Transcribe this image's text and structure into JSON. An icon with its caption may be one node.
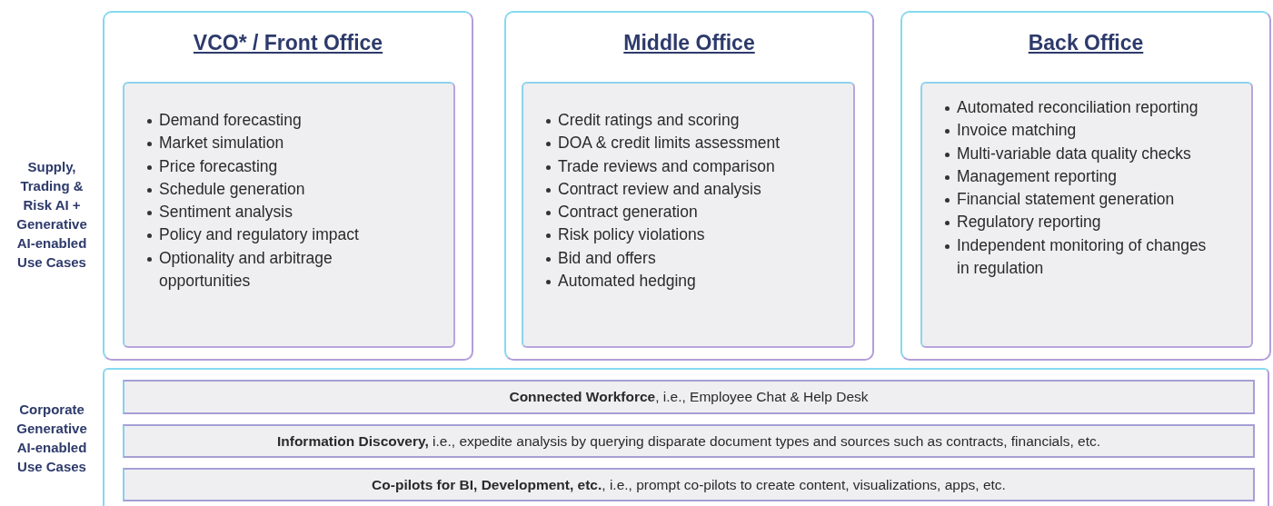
{
  "diagram": {
    "nodes": [
      {
        "text": [
          "VCO* / Front Office"
        ]
      },
      {
        "text": [
          "Demand forecasting",
          "Market simulation",
          "Price forecasting",
          "Schedule generation",
          "Sentiment analysis",
          "Policy and regulatory impact",
          "Optionality and arbitrage opportunities"
        ],
        "in": 0
      },
      {
        "text": [
          "Middle Office"
        ]
      },
      {
        "text": [
          "Credit ratings and scoring",
          "DOA & credit limits assessment",
          "Trade reviews and comparison",
          "Contract review and analysis",
          "Contract generation",
          "Risk policy violations",
          "Bid and offers",
          "Automated hedging"
        ],
        "in": 2
      },
      {
        "text": [
          "Back Office"
        ]
      },
      {
        "text": [
          "Automated reconciliation reporting",
          "Invoice matching",
          "Multi-variable data quality checks",
          "Management reporting",
          "Financial statement generation",
          "Regulatory reporting",
          "Independent monitoring of changes in regulation"
        ],
        "in": 4
      },
      {
        "text": [],
        "shape": "box"
      },
      {
        "text": [
          "**Connected Workforce**, i.e., Employee Chat & Help Desk"
        ],
        "in": 6
      },
      {
        "text": [
          "**Information Discovery,** i.e., expedite analysis by querying disparate document types and sources such as contracts, financials, etc."
        ],
        "in": 6
      },
      {
        "text": [
          "**Co-pilots for BI, Development, etc.**, i.e., prompt co-pilots to create content, visualizations, apps, etc."
        ],
        "in": 6
      }
    ],
    "edges": [],
    "labels": [
      "Supply, Trading & Risk AI + Generative AI-enabled Use Cases",
      "Corporate Generative AI-enabled Use Cases"
    ]
  }
}
